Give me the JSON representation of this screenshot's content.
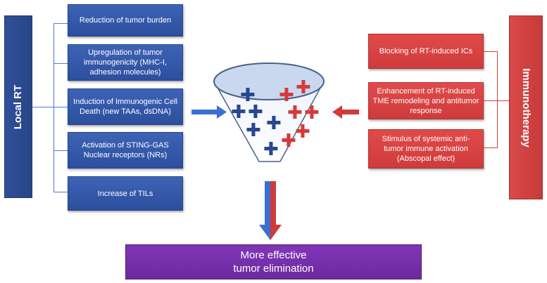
{
  "left_panel": {
    "title": "Local RT",
    "items": [
      "Reduction of tumor burden",
      "Upregulation of tumor immunogenicity (MHC-I, adhesion molecules)",
      "Induction of Immunogenic Cell Death (new TAAs, dsDNA)",
      "Activation of STING-GAS Nuclear receptors (NRs)",
      "Increase of TILs"
    ]
  },
  "right_panel": {
    "title": "Immunotherapy",
    "items": [
      "Blocking of RT-induced ICs",
      "Enhancement of RT-induced TME remodeling and antitumor response",
      "Stimulus of systemic anti-tumor immune activation (Abscopal effect)"
    ]
  },
  "outcome": {
    "line1": "More effective",
    "line2": "tumor elimination"
  },
  "colors": {
    "blue": "#2f4f9a",
    "red": "#d84a4a",
    "purple": "#7a32ad"
  }
}
